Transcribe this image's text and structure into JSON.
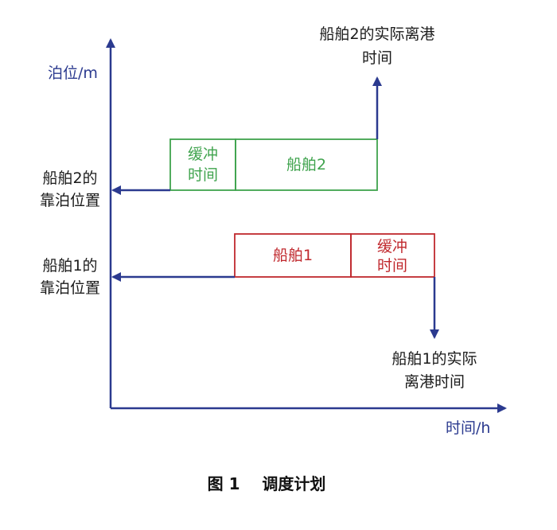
{
  "axes": {
    "y_label": "泊位/m",
    "x_label": "时间/h"
  },
  "ship2": {
    "position_line1": "船舶2的",
    "position_line2": "靠泊位置",
    "buffer_line1": "缓冲",
    "buffer_line2": "时间",
    "name": "船舶2",
    "departure_line1": "船舶2的实际离港",
    "departure_line2": "时间"
  },
  "ship1": {
    "position_line1": "船舶1的",
    "position_line2": "靠泊位置",
    "name": "船舶1",
    "buffer_line1": "缓冲",
    "buffer_line2": "时间",
    "departure_line1": "船舶1的实际",
    "departure_line2": "离港时间"
  },
  "caption": {
    "text": "图 1    调度计划"
  },
  "colors": {
    "axis": "#2b3a8f",
    "ship2": "#3fa34d",
    "ship1": "#c0282d"
  }
}
